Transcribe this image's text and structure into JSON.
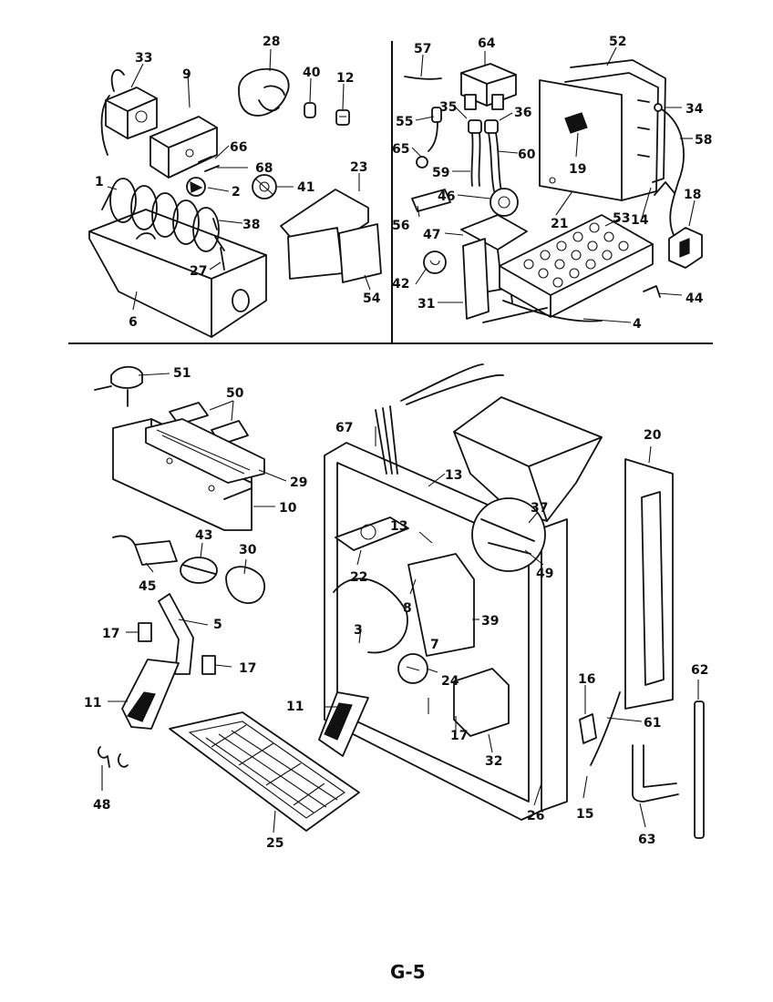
{
  "page_number": "G-5",
  "callouts": {
    "p1": "1",
    "p2": "2",
    "p3": "3",
    "p4": "4",
    "p5": "5",
    "p6": "6",
    "p7": "7",
    "p8": "8",
    "p9": "9",
    "p10": "10",
    "p11a": "11",
    "p11b": "11",
    "p12": "12",
    "p13a": "13",
    "p13b": "13",
    "p14": "14",
    "p15": "15",
    "p16": "16",
    "p17a": "17",
    "p17b": "17",
    "p17c": "17",
    "p18": "18",
    "p19": "19",
    "p20": "20",
    "p21": "21",
    "p22": "22",
    "p23": "23",
    "p24": "24",
    "p25": "25",
    "p26": "26",
    "p27": "27",
    "p28": "28",
    "p29": "29",
    "p30": "30",
    "p31": "31",
    "p32": "32",
    "p33": "33",
    "p34": "34",
    "p35": "35",
    "p36": "36",
    "p37": "37",
    "p38": "38",
    "p39": "39",
    "p40": "40",
    "p41": "41",
    "p42": "42",
    "p43": "43",
    "p44": "44",
    "p45": "45",
    "p46": "46",
    "p47": "47",
    "p48": "48",
    "p49": "49",
    "p50": "50",
    "p51": "51",
    "p52": "52",
    "p53": "53",
    "p54": "54",
    "p55": "55",
    "p56": "56",
    "p57": "57",
    "p58": "58",
    "p59": "59",
    "p60": "60",
    "p61": "61",
    "p62": "62",
    "p63": "63",
    "p64": "64",
    "p65": "65",
    "p66": "66",
    "p67": "67",
    "p68": "68"
  }
}
